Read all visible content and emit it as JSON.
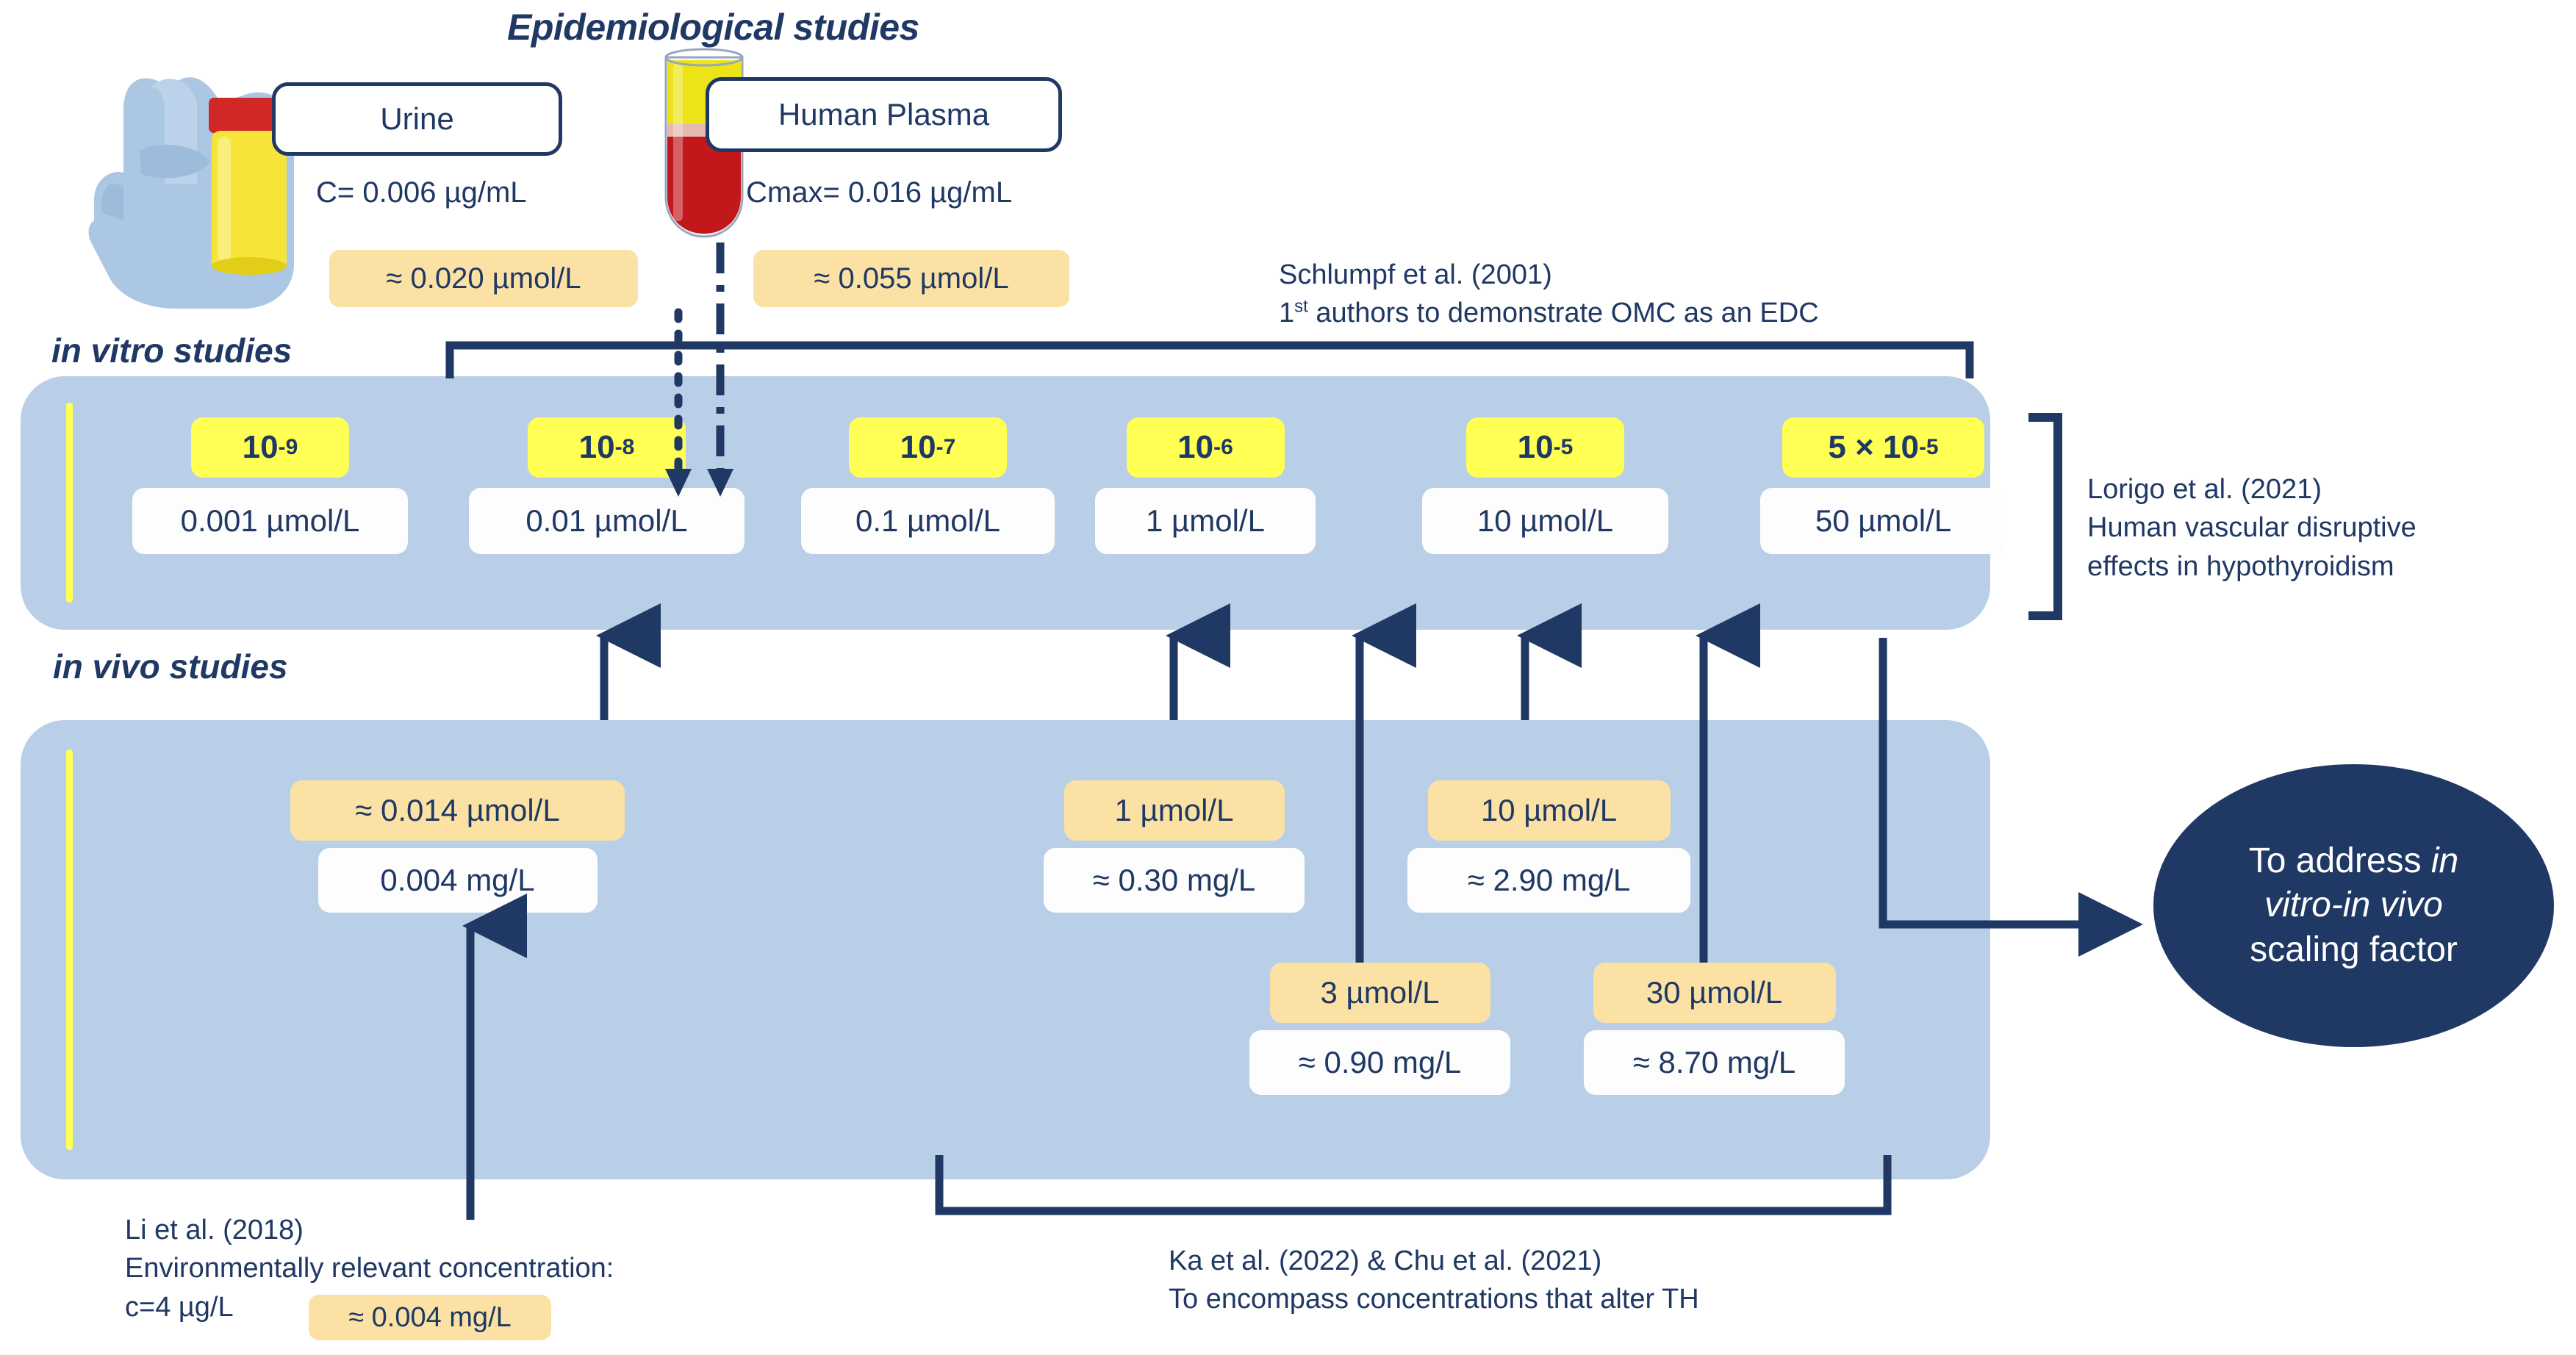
{
  "title": "Epidemiological studies",
  "sections": {
    "in_vitro": "in vitro studies",
    "in_vivo": "in vivo studies"
  },
  "epidemiological": {
    "samples": [
      {
        "name": "Urine",
        "icon": "urine-cup-icon",
        "conc": "C= 0.006 µg/mL",
        "molar": "≈ 0.020 µmol/L"
      },
      {
        "name": "Human Plasma",
        "icon": "blood-tube-icon",
        "conc": "Cmax= 0.016 µg/mL",
        "molar": "≈ 0.055 µmol/L"
      }
    ]
  },
  "in_vitro_columns": [
    {
      "exponent_base": "10",
      "exponent": "-9",
      "molar": "0.001 µmol/L"
    },
    {
      "exponent_base": "10",
      "exponent": "-8",
      "molar": "0.01 µmol/L"
    },
    {
      "exponent_base": "10",
      "exponent": "-7",
      "molar": "0.1 µmol/L"
    },
    {
      "exponent_base": "10",
      "exponent": "-6",
      "molar": "1 µmol/L"
    },
    {
      "exponent_base": "10",
      "exponent": "-5",
      "molar": "10 µmol/L"
    },
    {
      "exponent_base": "5 × 10",
      "exponent": "-5",
      "molar": "50 µmol/L"
    }
  ],
  "in_vivo_groups": [
    {
      "molar": "≈ 0.014 µmol/L",
      "mass": "0.004 mg/L"
    },
    {
      "molar": "1 µmol/L",
      "mass": "≈ 0.30 mg/L"
    },
    {
      "molar": "10 µmol/L",
      "mass": "≈ 2.90 mg/L"
    },
    {
      "molar": "3 µmol/L",
      "mass": "≈ 0.90 mg/L"
    },
    {
      "molar": "30 µmol/L",
      "mass": "≈ 8.70 mg/L"
    }
  ],
  "annotations": {
    "schlumpf": {
      "line1": "Schlumpf et al. (2001)",
      "line2_pre": "1",
      "line2_sup": "st",
      "line2_post": " authors to demonstrate OMC as an EDC"
    },
    "lorigo": {
      "line1": "Lorigo et al. (2021)",
      "line2": "Human vascular disruptive",
      "line3": "effects in hypothyroidism"
    },
    "li": {
      "line1": "Li et al. (2018)",
      "line2": "Environmentally relevant concentration:",
      "line3": "c=4 µg/L",
      "chip": "≈ 0.004 mg/L"
    },
    "ka": {
      "line1": "Ka et al. (2022) & Chu et al. (2021)",
      "line2": "To encompass concentrations that alter TH"
    }
  },
  "callout": {
    "line1_pre": "To address ",
    "line1_it": "in",
    "line2_it": "vitro-in vivo",
    "line3": "scaling factor"
  },
  "colors": {
    "navy": "#1f3864",
    "panel_blue": "#b9cfe7",
    "yellow": "#ffff54",
    "tan": "#fbe2a4",
    "white_chip": "#fdfdfd"
  }
}
